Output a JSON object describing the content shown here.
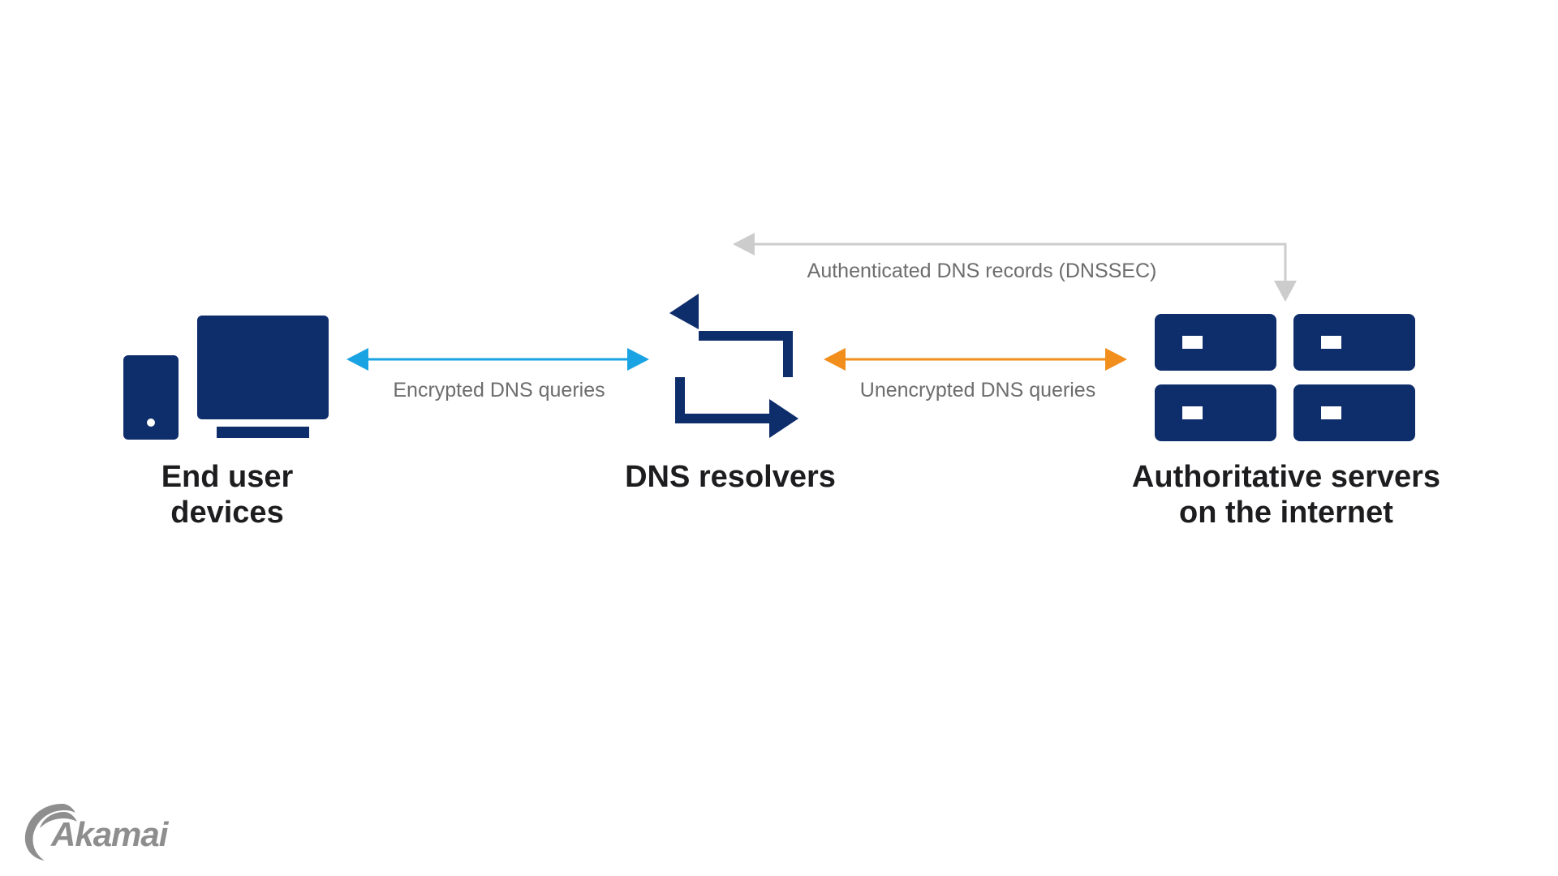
{
  "nodes": {
    "end_user_devices": {
      "line1": "End user",
      "line2": "devices",
      "icon": "computer-icon"
    },
    "dns_resolvers": {
      "line1": "DNS resolvers",
      "icon": "repeat-arrows-icon"
    },
    "authoritative_servers": {
      "line1": "Authoritative servers",
      "line2": "on the internet",
      "icon": "server-rack-icon"
    }
  },
  "edges": {
    "encrypted": {
      "label": "Encrypted DNS queries",
      "color": "#1aa3e3"
    },
    "unencrypted": {
      "label": "Unencrypted DNS queries",
      "color": "#f18e1c"
    },
    "authenticated": {
      "label": "Authenticated DNS records (DNSSEC)",
      "color": "#cccccc"
    }
  },
  "colors": {
    "icon": "#0e2d6b",
    "label": "#1d1d1f",
    "edge_text": "#6d6d6d",
    "logo": "#8e8e8e"
  },
  "logo": {
    "text": "Akamai",
    "icon": "akamai-logo"
  }
}
